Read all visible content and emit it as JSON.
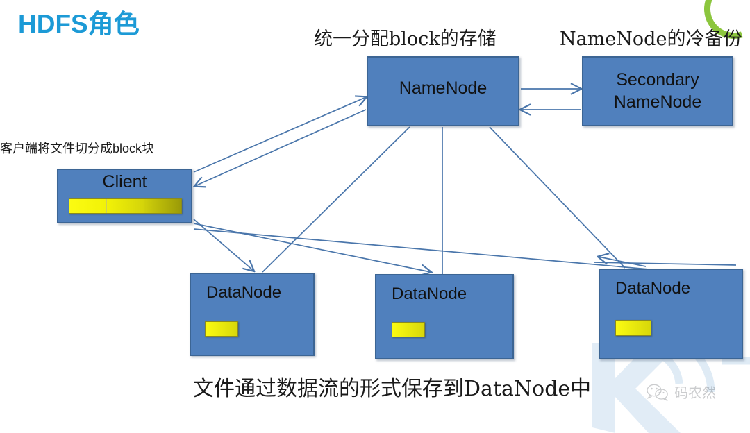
{
  "title": "HDFS角色",
  "colors": {
    "title": "#1c9ad6",
    "node_fill": "#5080bd",
    "node_border": "#3c6594",
    "arrow": "#4a76ab",
    "block_yellow": "#f2f207",
    "logo_green": "#8cc63e"
  },
  "captions": {
    "client": "客户端将文件切分成block块",
    "namenode": "统一分配block的存储",
    "secondary_namenode": "NameNode的冷备份",
    "bottom": "文件通过数据流的形式保存到DataNode中"
  },
  "nodes": {
    "namenode": {
      "label": "NameNode"
    },
    "secondary_namenode": {
      "line1": "Secondary",
      "line2": "NameNode"
    },
    "client": {
      "label": "Client",
      "block_count": 3
    },
    "datanodes": [
      {
        "label": "DataNode"
      },
      {
        "label": "DataNode"
      },
      {
        "label": "DataNode"
      }
    ]
  },
  "watermark": {
    "wechat_text": "码农然"
  }
}
